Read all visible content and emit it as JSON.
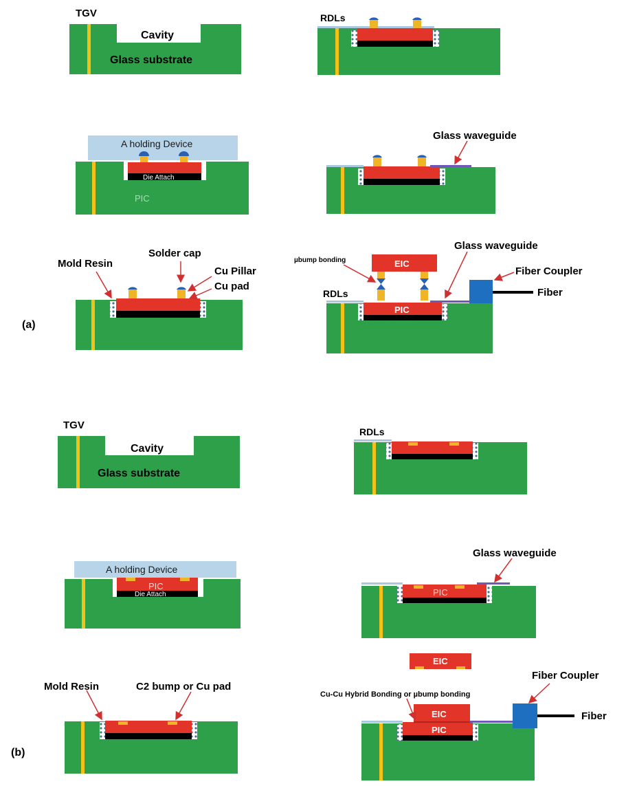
{
  "labels": {
    "tgv": "TGV",
    "cavity": "Cavity",
    "glass_substrate": "Glass substrate",
    "rdls": "RDLs",
    "holding_device": "A holding Device",
    "die_attach": "Die Attach",
    "pic": "PIC",
    "eic": "EIC",
    "glass_waveguide": "Glass waveguide",
    "mold_resin": "Mold Resin",
    "solder_cap": "Solder cap",
    "cu_pillar": "Cu Pillar",
    "cu_pad": "Cu pad",
    "ubump_bonding": "µbump bonding",
    "fiber_coupler": "Fiber Coupler",
    "fiber": "Fiber",
    "c2_bump": "C2 bump or Cu pad",
    "hybrid_bonding": "Cu-Cu Hybrid Bonding or µbump bonding",
    "panel_a": "(a)",
    "panel_b": "(b)"
  },
  "colors": {
    "glass": "#2ea04a",
    "tgv": "#f2c21a",
    "die": "#e3342a",
    "die_attach": "#000000",
    "holding_device": "#b8d4e8",
    "solder_cap": "#2b5fb0",
    "cu_pillar": "#f0b429",
    "fiber_coupler": "#1f6fc0",
    "waveguide": "#6f58b8",
    "arrow": "#d03030"
  }
}
